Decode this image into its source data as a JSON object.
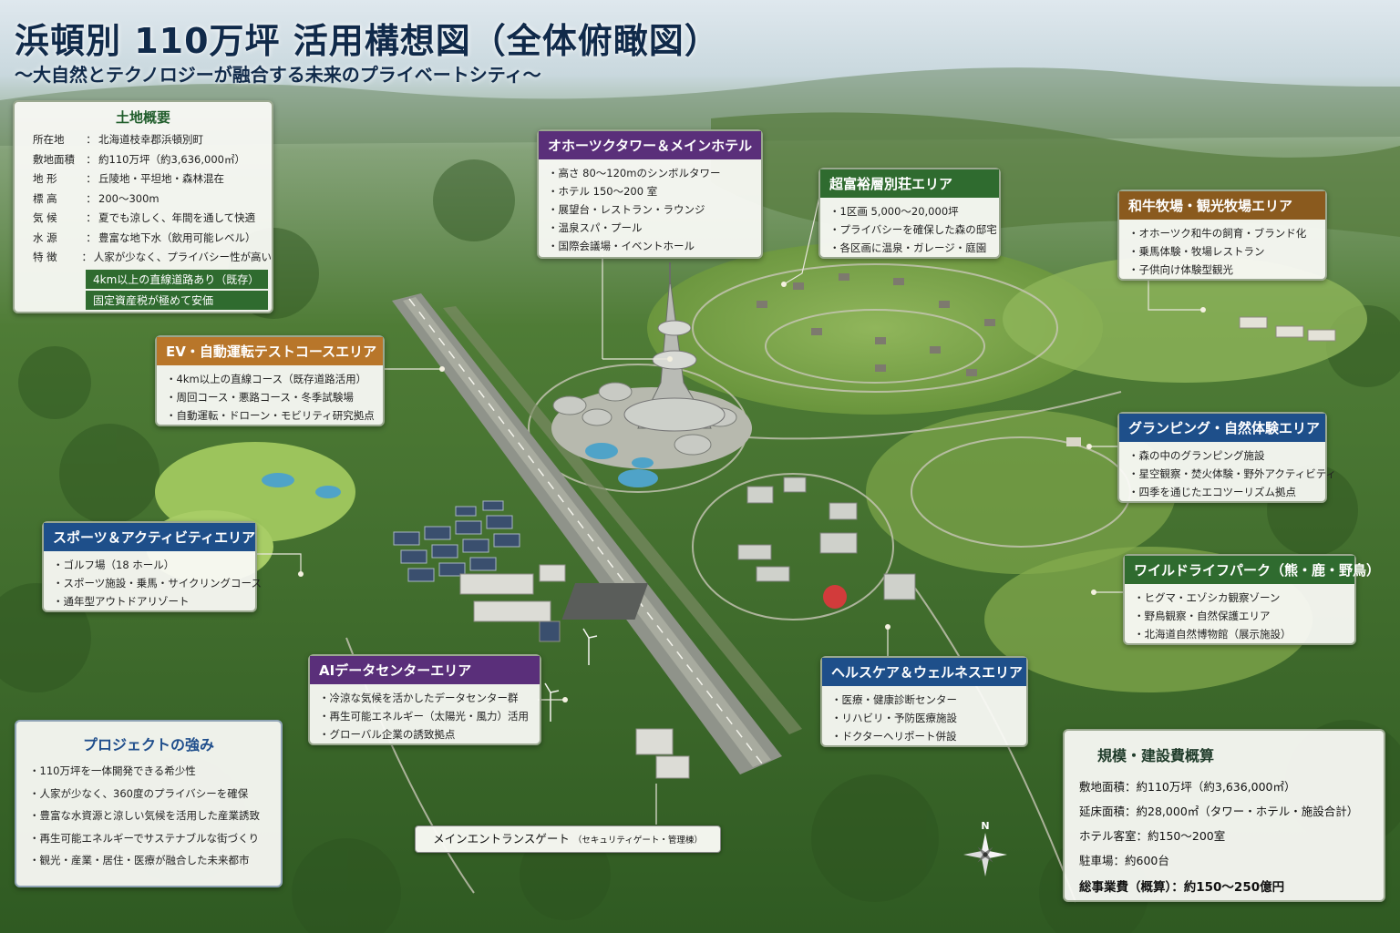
{
  "title": "浜頓別 110万坪 活用構想図（全体俯瞰図）",
  "subtitle": "〜大自然とテクノロジーが融合する未来のプライベートシティ〜",
  "land_overview": {
    "title": "土地概要",
    "rows": [
      {
        "key": "所在地",
        "value": "北海道枝幸郡浜頓別町"
      },
      {
        "key": "敷地面積",
        "value": "約110万坪（約3,636,000㎡）"
      },
      {
        "key": "地 形",
        "value": "丘陵地・平坦地・森林混在"
      },
      {
        "key": "標 高",
        "value": "200〜300m"
      },
      {
        "key": "気 候",
        "value": "夏でも涼しく、年間を通して快適"
      },
      {
        "key": "水 源",
        "value": "豊富な地下水（飲用可能レベル）"
      },
      {
        "key": "特 徴",
        "value": "人家が少なく、プライバシー性が高い"
      }
    ],
    "tags": [
      "4km以上の直線道路あり（既存）",
      "固定資産税が極めて安価"
    ]
  },
  "areas": {
    "tower": {
      "title": "オホーツクタワー＆メインホテル",
      "color": "#5a2f7a",
      "items": [
        "高さ 80〜120mのシンボルタワー",
        "ホテル 150〜200 室",
        "展望台・レストラン・ラウンジ",
        "温泉スパ・プール",
        "国際会議場・イベントホール"
      ]
    },
    "villa": {
      "title": "超富裕層別荘エリア",
      "color": "#2f6b2f",
      "items": [
        "1区画 5,000〜20,000坪",
        "プライバシーを確保した森の邸宅",
        "各区画に温泉・ガレージ・庭園"
      ]
    },
    "wagyu": {
      "title": "和牛牧場・観光牧場エリア",
      "color": "#8a5a1e",
      "items": [
        "オホーツク和牛の飼育・ブランド化",
        "乗馬体験・牧場レストラン",
        "子供向け体験型観光"
      ]
    },
    "ev": {
      "title": "EV・自動運転テストコースエリア",
      "color": "#b8762a",
      "items": [
        "4km以上の直線コース（既存道路活用）",
        "周回コース・悪路コース・冬季試験場",
        "自動運転・ドローン・モビリティ研究拠点"
      ]
    },
    "glamping": {
      "title": "グランピング・自然体験エリア",
      "color": "#1e4f8a",
      "items": [
        "森の中のグランピング施設",
        "星空観察・焚火体験・野外アクティビティ",
        "四季を通じたエコツーリズム拠点"
      ]
    },
    "sports": {
      "title": "スポーツ＆アクティビティエリア",
      "color": "#1e4f8a",
      "items": [
        "ゴルフ場（18 ホール）",
        "スポーツ施設・乗馬・サイクリングコース",
        "通年型アウトドアリゾート"
      ]
    },
    "wildlife": {
      "title": "ワイルドライフパーク（熊・鹿・野鳥）",
      "color": "#2f6b2f",
      "items": [
        "ヒグマ・エゾシカ観察ゾーン",
        "野鳥観察・自然保護エリア",
        "北海道自然博物館（展示施設）"
      ]
    },
    "ai": {
      "title": "AIデータセンターエリア",
      "color": "#5a2f7a",
      "items": [
        "冷涼な気候を活かしたデータセンター群",
        "再生可能エネルギー（太陽光・風力）活用",
        "グローバル企業の誘致拠点"
      ]
    },
    "health": {
      "title": "ヘルスケア＆ウェルネスエリア",
      "color": "#1e4f8a",
      "items": [
        "医療・健康診断センター",
        "リハビリ・予防医療施設",
        "ドクターヘリポート併設"
      ]
    }
  },
  "strengths": {
    "title": "プロジェクトの強み",
    "items": [
      "110万坪を一体開発できる希少性",
      "人家が少なく、360度のプライバシーを確保",
      "豊富な水資源と涼しい気候を活用した産業誘致",
      "再生可能エネルギーでサステナブルな街づくり",
      "観光・産業・居住・医療が融合した未来都市"
    ]
  },
  "scale": {
    "title": "規模・建設費概算",
    "rows": [
      {
        "key": "敷地面積",
        "value": "約110万坪（約3,636,000㎡）"
      },
      {
        "key": "延床面積",
        "value": "約28,000㎡（タワー・ホテル・施設合計）"
      },
      {
        "key": "ホテル客室",
        "value": "約150〜200室"
      },
      {
        "key": "駐車場",
        "value": "約600台"
      }
    ],
    "total": "総事業費（概算）：約150〜250億円"
  },
  "gate": {
    "label": "メインエントランスゲート",
    "note": "（セキュリティゲート・管理棟）"
  },
  "compass": "N",
  "colors": {
    "forest": "#3f6e2c",
    "meadow": "#8fb55a",
    "runway": "#9a9c92",
    "water": "#4fa3c8",
    "heli": "#d23b3b"
  }
}
